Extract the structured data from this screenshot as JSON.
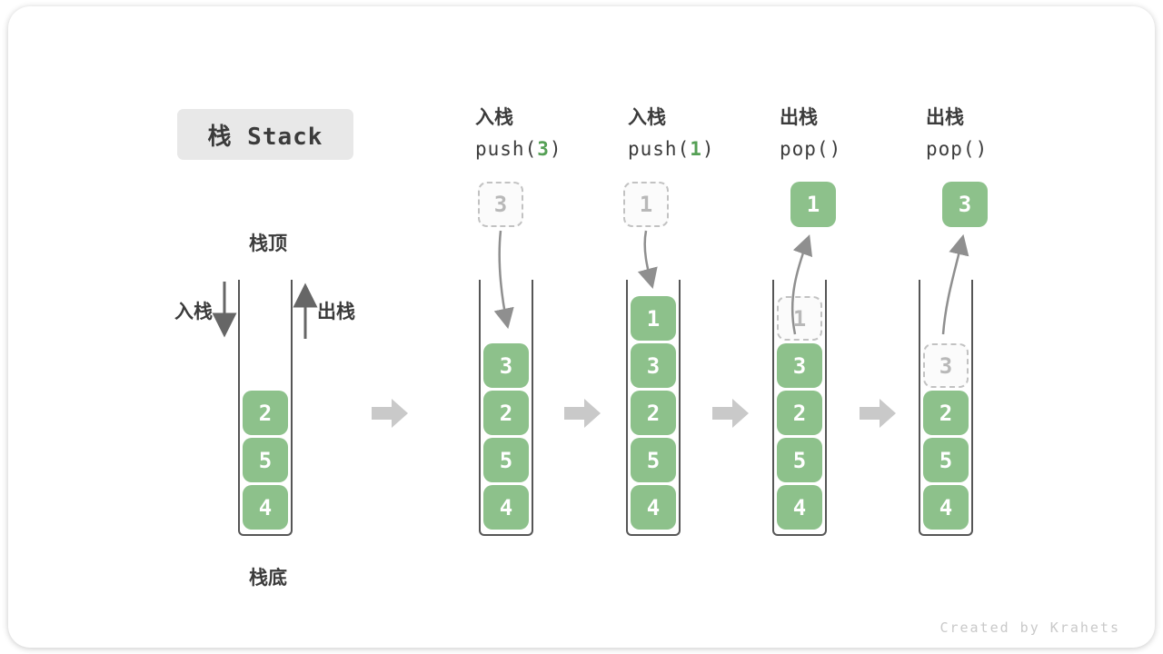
{
  "title": {
    "text": "栈 Stack"
  },
  "labels": {
    "stack_top": "栈顶",
    "stack_bottom": "栈底",
    "push_in": "入栈",
    "pop_out": "出栈"
  },
  "steps": [
    {
      "label": "入栈",
      "code_pre": "push(",
      "arg": "3",
      "code_post": ")"
    },
    {
      "label": "入栈",
      "code_pre": "push(",
      "arg": "1",
      "code_post": ")"
    },
    {
      "label": "出栈",
      "code_pre": "pop(",
      "arg": "",
      "code_post": ")"
    },
    {
      "label": "出栈",
      "code_pre": "pop(",
      "arg": "",
      "code_post": ")"
    }
  ],
  "stacks": [
    {
      "cells": [
        {
          "v": "2"
        },
        {
          "v": "5"
        },
        {
          "v": "4"
        }
      ]
    },
    {
      "staged": "3",
      "cells": [
        {
          "v": "3"
        },
        {
          "v": "2"
        },
        {
          "v": "5"
        },
        {
          "v": "4"
        }
      ]
    },
    {
      "staged": "1",
      "cells": [
        {
          "v": "1"
        },
        {
          "v": "3"
        },
        {
          "v": "2"
        },
        {
          "v": "5"
        },
        {
          "v": "4"
        }
      ]
    },
    {
      "popped": "1",
      "cells": [
        {
          "v": "1",
          "dashed": true
        },
        {
          "v": "3"
        },
        {
          "v": "2"
        },
        {
          "v": "5"
        },
        {
          "v": "4"
        }
      ]
    },
    {
      "popped": "3",
      "cells": [
        {
          "v": "3",
          "dashed": true
        },
        {
          "v": "2"
        },
        {
          "v": "5"
        },
        {
          "v": "4"
        }
      ]
    }
  ],
  "watermark": "Created by Krahets",
  "colors": {
    "green": "#8dc18b",
    "code_green": "#55a055",
    "ink": "#3b3b3b",
    "wall": "#565656",
    "dashed_border": "#c2c2c2",
    "dashed_text": "#b8b8b8",
    "flow_arrow": "#c9c9c9",
    "motion_arrow": "#8f8f8f",
    "straight_arrow": "#666666",
    "badge_bg": "#e8e8e8",
    "watermark": "#c9c9c9"
  }
}
